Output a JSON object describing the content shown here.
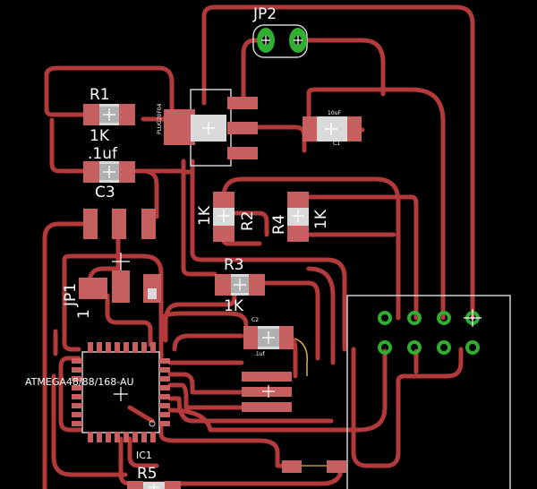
{
  "colors": {
    "background": "#000000",
    "trace": "#b33a3a",
    "pad": "#c65f5f",
    "pad_inner": "#d9d9d9",
    "silkscreen": "#d0d0d0",
    "through_hole": "#2fae2f",
    "label": "#ffffff",
    "highlight_trace": "#d8b050"
  },
  "labels": {
    "jp2": "JP2",
    "r1": "R1",
    "r1_value": "1K",
    "c3_value": ".1uf",
    "c3": "C3",
    "reg": "PLUG20F04",
    "c1_value": "10uF",
    "c1": "C1",
    "r2": "R2",
    "r2_value": "1K",
    "r4": "R4",
    "r4_value": "1K",
    "r3": "R3",
    "r3_value": "1K",
    "jp1": "JP1",
    "jp1_pin": "1",
    "c2": "C2",
    "c2_value": ".1uf",
    "ic1_value": "ATMEGA48/88/168-AU",
    "ic1": "IC1",
    "r5": "R5"
  }
}
